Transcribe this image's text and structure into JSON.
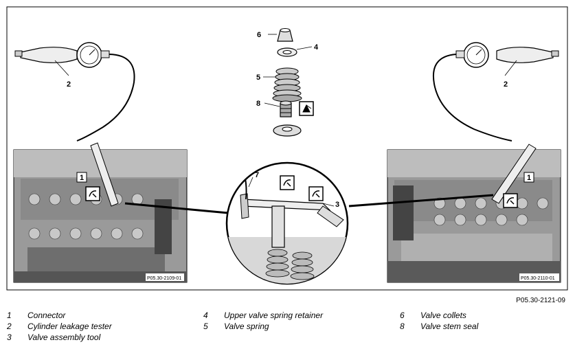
{
  "figure_id": "P05.30-2121-09",
  "left_photo_code": "P05.30-2109-01",
  "right_photo_code": "P05.30-2110-01",
  "callouts": {
    "tester_left": "2",
    "tester_right": "2",
    "connector_left": "1",
    "connector_right": "1",
    "collets": "6",
    "retainer": "4",
    "spring": "5",
    "seal": "8",
    "tool_detail": "3",
    "detail_7": "7"
  },
  "legend": [
    {
      "num": "1",
      "text": "Connector"
    },
    {
      "num": "2",
      "text": "Cylinder leakage tester"
    },
    {
      "num": "3",
      "text": "Valve assembly tool"
    },
    {
      "num": "4",
      "text": "Upper valve spring retainer"
    },
    {
      "num": "5",
      "text": "Valve spring"
    },
    {
      "num": "6",
      "text": "Valve collets"
    },
    {
      "num": "8",
      "text": "Valve stem seal"
    }
  ]
}
